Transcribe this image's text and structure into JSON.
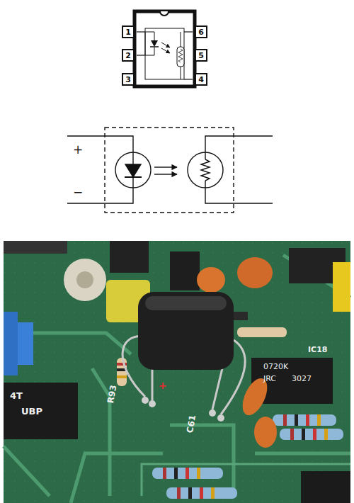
{
  "diagram": {
    "nodes": [
      {
        "text": [
          "1"
        ]
      },
      {
        "text": [
          "6"
        ]
      },
      {
        "text": [
          "2"
        ]
      },
      {
        "text": [
          "5"
        ]
      },
      {
        "text": [
          "3"
        ]
      },
      {
        "text": [
          "4"
        ]
      }
    ],
    "labels": [
      "+",
      "−",
      "+",
      "4T",
      "UBP",
      "0720K",
      "JRC",
      "3027",
      "R93",
      "C61",
      "IC18"
    ]
  }
}
